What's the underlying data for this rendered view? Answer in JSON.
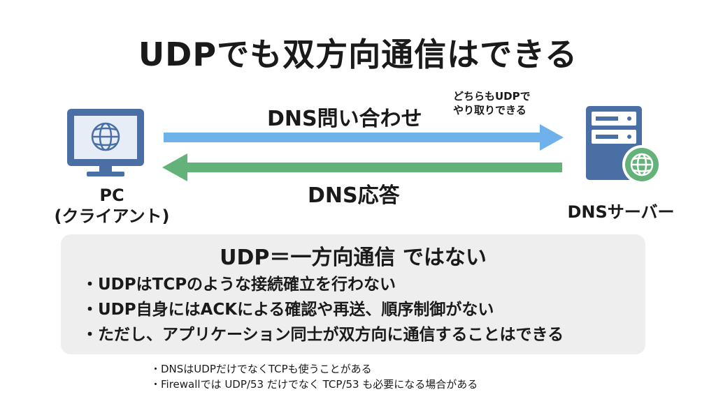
{
  "title": "UDPでも双方向通信はできる",
  "arrows": {
    "request_label": "DNS問い合わせ",
    "response_label": "DNS応答",
    "note_line1": "どちらもUDPで",
    "note_line2": "やり取りできる",
    "request_color": "#6fb1ea",
    "response_color": "#63b27a"
  },
  "nodes": {
    "pc_line1": "PC",
    "pc_line2": "(クライアント)",
    "server_label": "DNSサーバー",
    "device_color": "#4a6fa5"
  },
  "summary": {
    "heading": "UDP＝一方向通信 ではない",
    "bullets": [
      "・UDPはTCPのような接続確立を行わない",
      "・UDP自身にはACKによる確認や再送、順序制御がない",
      "・ただし、アプリケーション同士が双方向に通信することはできる"
    ]
  },
  "footnotes": [
    "・DNSはUDPだけでなくTCPも使うことがある",
    "・Firewallでは UDP/53 だけでなく TCP/53 も必要になる場合がある"
  ]
}
